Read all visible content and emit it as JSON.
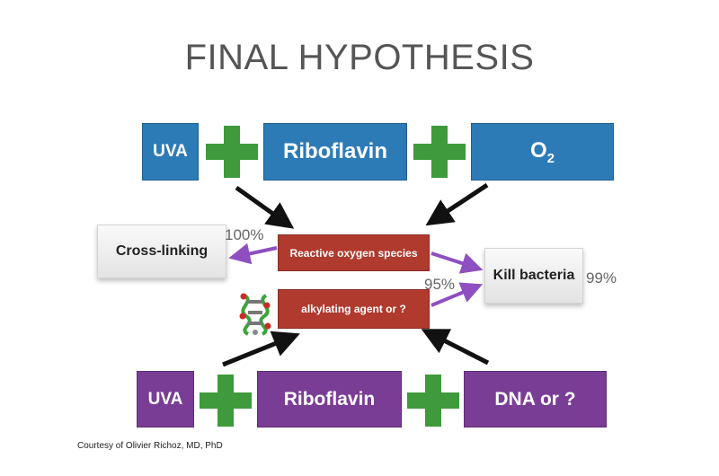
{
  "title": "FINAL HYPOTHESIS",
  "top_row": {
    "uva": "UVA",
    "riboflavin": "Riboflavin",
    "oxygen": "O",
    "oxygen_sub": "2"
  },
  "middle": {
    "ros": "Reactive oxygen species",
    "alkylating": "alkylating agent or ?",
    "cross_linking": "Cross-linking",
    "kill_bacteria": "Kill bacteria",
    "pct_cross_linking": "100%",
    "pct_kill_alkylating": "95%",
    "pct_kill_bacteria": "99%"
  },
  "bottom_row": {
    "uva": "UVA",
    "riboflavin": "Riboflavin",
    "dna": "DNA or ?"
  },
  "credit": "Courtesy of Olivier Richoz, MD, PhD",
  "colors": {
    "blue": "#2d7bb6",
    "purple": "#7a3d95",
    "red": "#b03a2e",
    "green_plus": "#3e9a3a",
    "purple_arrow": "#8e4fc0",
    "black_arrow": "#111111"
  }
}
